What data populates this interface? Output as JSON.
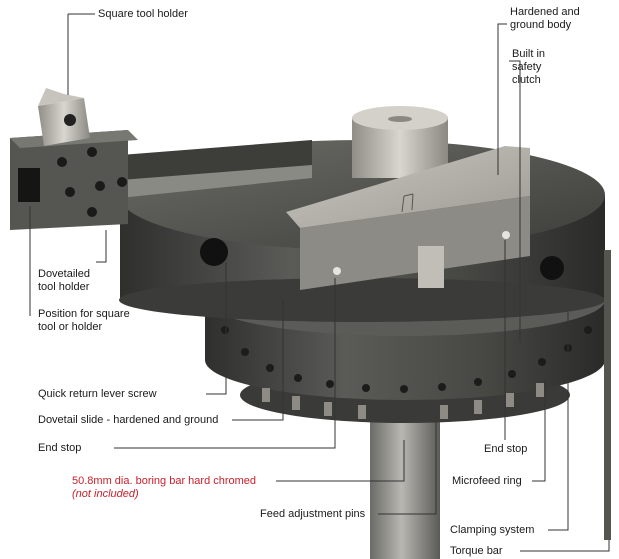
{
  "labels": {
    "square_tool_holder": "Square tool holder",
    "hardened_body": [
      "Hardened and",
      "ground body"
    ],
    "safety_clutch": [
      "Built in",
      "safety",
      "clutch"
    ],
    "dovetailed_holder": [
      "Dovetailed",
      "tool holder"
    ],
    "position_square_tool": [
      "Position for square",
      "tool or holder"
    ],
    "quick_return": "Quick return lever screw",
    "dovetail_slide": "Dovetail slide - hardened and ground",
    "end_stop_left": "End stop",
    "end_stop_right": "End stop",
    "boring_bar": "50.8mm dia. boring bar hard chromed",
    "not_included": "(not included)",
    "microfeed_ring": "Microfeed ring",
    "feed_pins": "Feed adjustment pins",
    "clamping_system": "Clamping system",
    "torque_bar": "Torque bar"
  },
  "colors": {
    "body_dark": "#4a4b48",
    "steel_light": "#b9b7b0",
    "red_label": "#c8202a",
    "leader": "#333333"
  }
}
